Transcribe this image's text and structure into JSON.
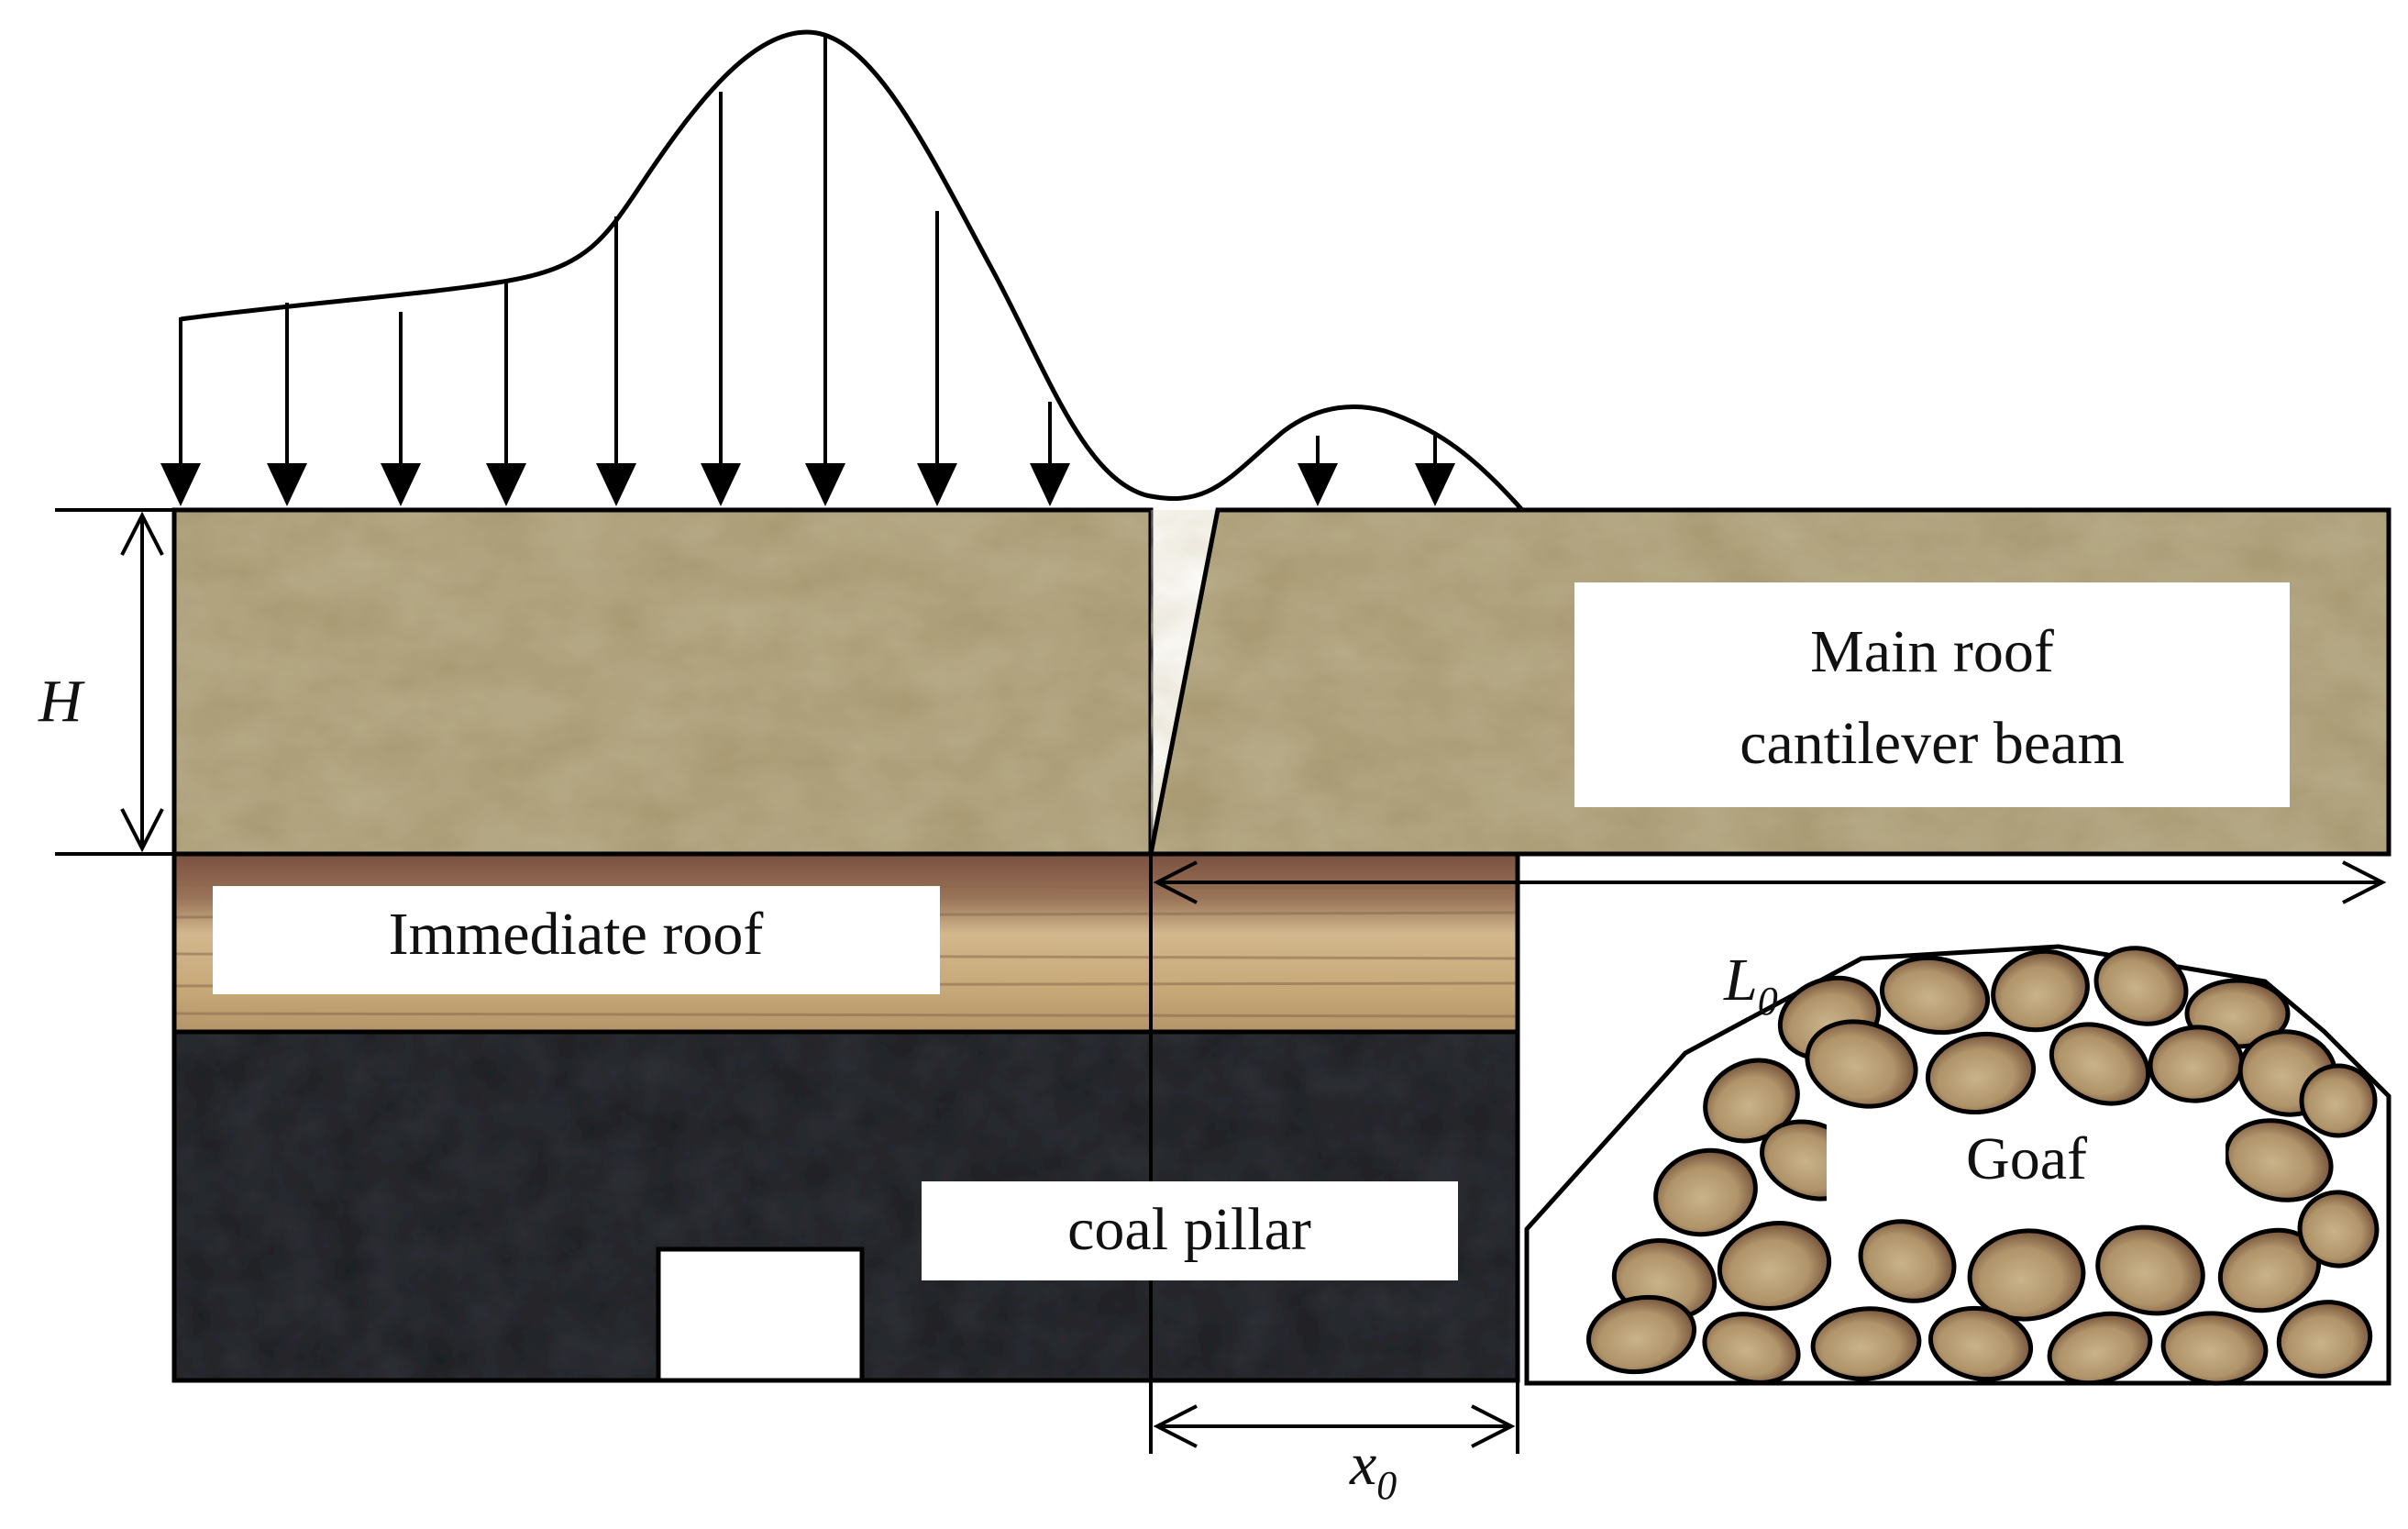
{
  "labels": {
    "main_roof_line1": "Main roof",
    "main_roof_line2": "cantilever beam",
    "immediate_roof": "Immediate roof",
    "coal_pillar": "coal pillar",
    "goaf": "Goaf"
  },
  "dimensions": {
    "height_symbol": "H",
    "length_symbol": "L",
    "length_subscript": "0",
    "offset_symbol": "x",
    "offset_subscript": "0"
  },
  "load_arrow_count": 11,
  "colors": {
    "main_roof_rock": "#b9ad8a",
    "immediate_roof_rock": "#c1a57a",
    "immediate_roof_band": "#7a5040",
    "coal": "#2f3136",
    "goaf_rock": "#b89f78",
    "goaf_rock_edge": "#5d3b2a",
    "line": "#000000"
  }
}
